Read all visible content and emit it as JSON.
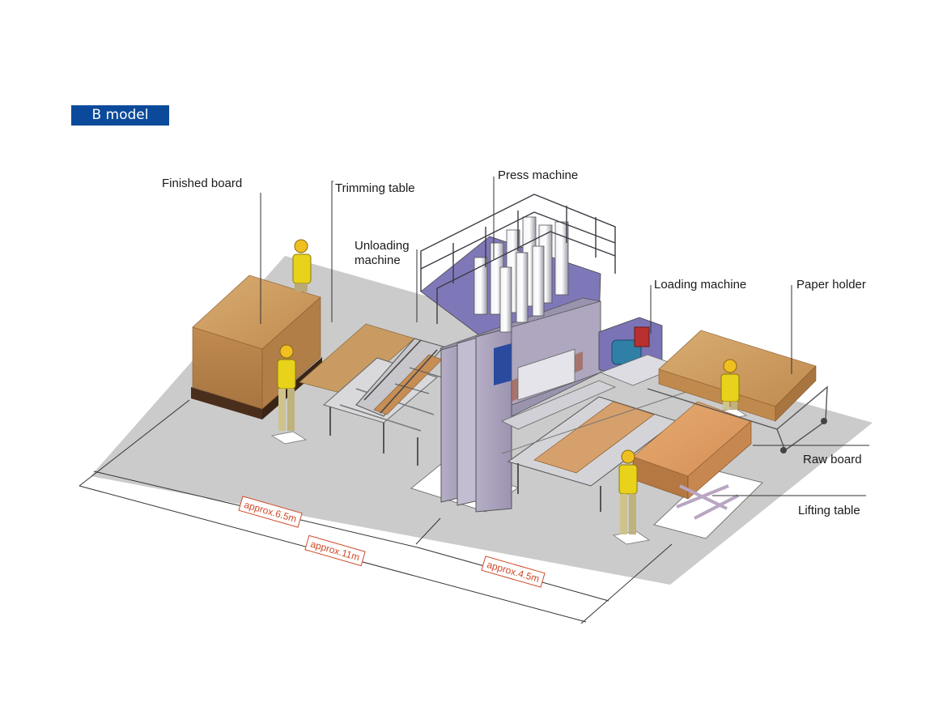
{
  "model_badge": "B model",
  "labels": {
    "finished_board": "Finished board",
    "trimming_table": "Trimming table",
    "press_machine": "Press machine",
    "unloading_machine_l1": "Unloading",
    "unloading_machine_l2": "machine",
    "loading_machine": "Loading machine",
    "paper_holder": "Paper holder",
    "raw_board": "Raw board",
    "lifting_table": "Lifting table"
  },
  "dimensions": {
    "d1": "approx.6.5m",
    "d2": "approx.11m",
    "d3": "approx.4.5m"
  },
  "colors": {
    "badge": "#0b4a9a",
    "floor": "#c9c9c9",
    "wood": "#c8955a",
    "dimension_text": "#d04a2a",
    "vest": "#e8d21a"
  }
}
